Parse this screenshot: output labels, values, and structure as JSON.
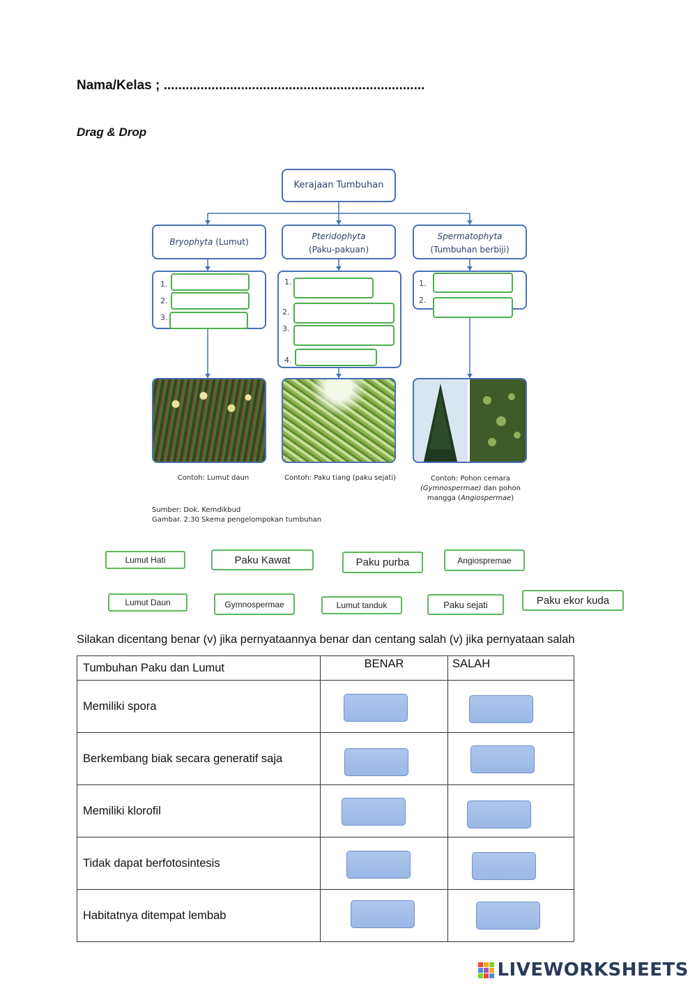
{
  "header": {
    "name_label": "Nama/Kelas ; .......................................................................",
    "drag_title": "Drag & Drop"
  },
  "diagram": {
    "root": "Kerajaan Tumbuhan",
    "groups": [
      {
        "latin": "Bryophyta",
        "common": "(Lumut)",
        "numbers": [
          "1.",
          "2.",
          "3."
        ],
        "caption": "Contoh: Lumut daun"
      },
      {
        "latin": "Pteridophyta",
        "common": "(Paku-pakuan)",
        "numbers": [
          "1.",
          "2.",
          "3.",
          "4."
        ],
        "caption": "Contoh: Paku tiang (paku sejati)"
      },
      {
        "latin": "Spermatophyta",
        "common": "(Tumbuhan berbiji)",
        "numbers": [
          "1.",
          "2."
        ],
        "caption_1": "Contoh: Pohon cemara",
        "caption_2a": "(Gymnospermae)",
        "caption_2b": " dan pohon",
        "caption_3a": "mangga (",
        "caption_3b": "Angiospermae",
        "caption_3c": ")"
      }
    ],
    "source_1": "Sumber: Dok. Kemdikbud",
    "source_2": "Gambar. 2.30 Skema pengelompokan tumbuhan"
  },
  "drag_items": [
    "Lumut Hati",
    "Paku Kawat",
    "Paku purba",
    "Angiospremae",
    "Lumut Daun",
    "Gymnospermae",
    "Lumut tanduk",
    "Paku sejati",
    "Paku ekor kuda"
  ],
  "instruction": "Silakan dicentang benar (v) jika pernyataannya benar dan centang salah (v) jika pernyataan salah",
  "table": {
    "header": {
      "col1": "Tumbuhan Paku dan Lumut",
      "col2": "BENAR",
      "col3": "SALAH"
    },
    "rows": [
      "Memiliki spora",
      "Berkembang biak secara generatif saja",
      "Memiliki klorofil",
      "Tidak dapat berfotosintesis",
      "Habitatnya ditempat lembab"
    ]
  },
  "footer": {
    "brand": "LIVEWORKSHEETS"
  }
}
